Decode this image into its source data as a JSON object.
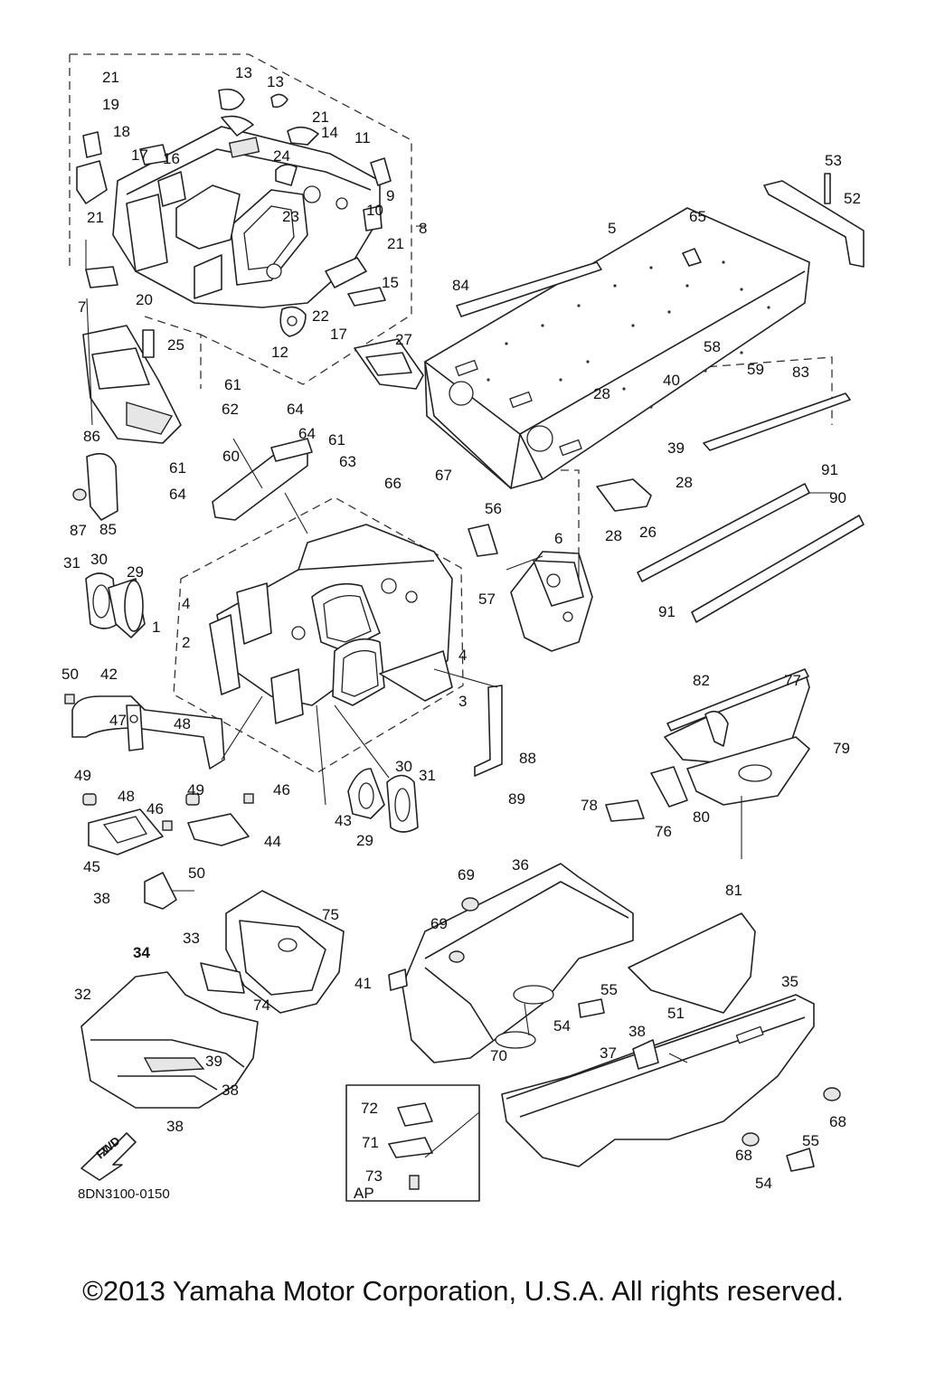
{
  "diagram": {
    "drawing_code": "8DN3100-0150",
    "inset_label": "AP",
    "fwd_label": "FWD",
    "callouts": [
      "21",
      "19",
      "18",
      "17",
      "16",
      "13",
      "13",
      "21",
      "14",
      "11",
      "24",
      "9",
      "10",
      "23",
      "21",
      "8",
      "15",
      "22",
      "17",
      "12",
      "20",
      "21",
      "7",
      "25",
      "27",
      "5",
      "65",
      "53",
      "52",
      "84",
      "58",
      "40",
      "28",
      "59",
      "83",
      "39",
      "61",
      "62",
      "64",
      "64",
      "61",
      "63",
      "60",
      "61",
      "64",
      "86",
      "87",
      "85",
      "66",
      "67",
      "56",
      "6",
      "28",
      "28",
      "26",
      "91",
      "90",
      "91",
      "31",
      "30",
      "29",
      "4",
      "1",
      "2",
      "57",
      "4",
      "3",
      "50",
      "42",
      "47",
      "48",
      "88",
      "82",
      "77",
      "79",
      "78",
      "76",
      "80",
      "49",
      "48",
      "46",
      "49",
      "46",
      "43",
      "30",
      "31",
      "89",
      "29",
      "45",
      "50",
      "44",
      "69",
      "36",
      "81",
      "38",
      "33",
      "75",
      "34",
      "69",
      "41",
      "55",
      "32",
      "74",
      "54",
      "51",
      "35",
      "38",
      "39",
      "37",
      "70",
      "68",
      "72",
      "71",
      "38",
      "38",
      "68",
      "55",
      "73",
      "54"
    ]
  },
  "footer": {
    "copyright": "©2013 Yamaha Motor Corporation, U.S.A. All rights reserved."
  }
}
